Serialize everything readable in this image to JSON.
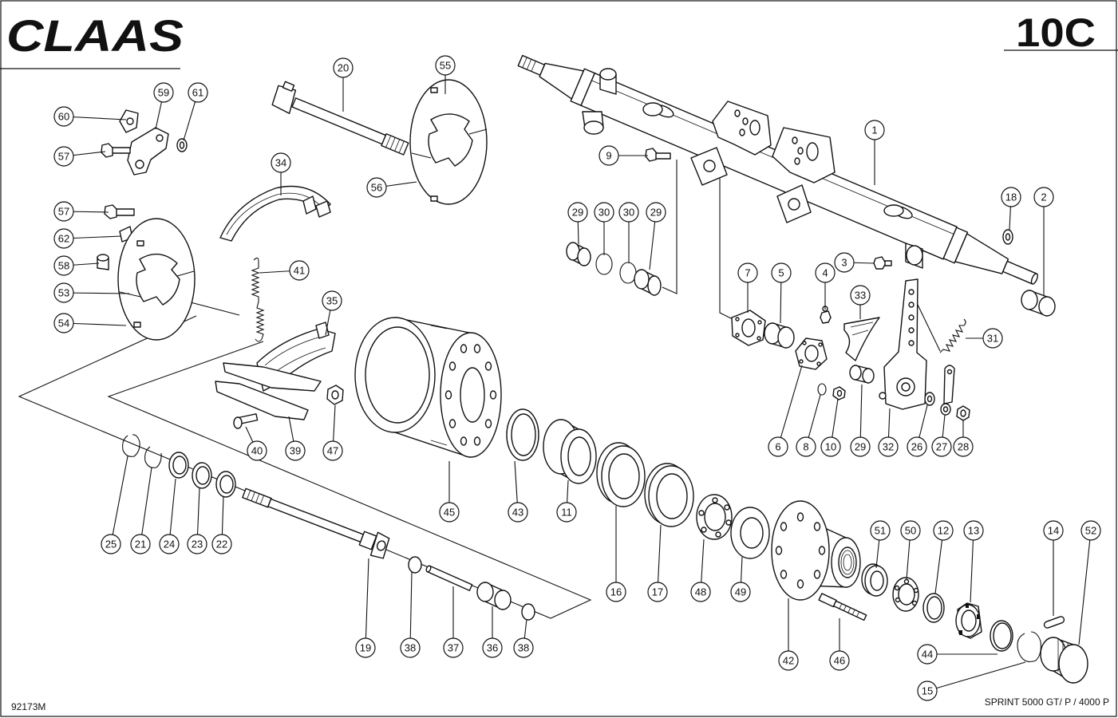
{
  "header": {
    "logo": "CLAAS",
    "page_code": "10C"
  },
  "footer": {
    "drawing_number": "92173M",
    "model_note": "SPRINT 5000 GT/ P / 4000 P"
  },
  "callouts": [
    "60",
    "59",
    "61",
    "57",
    "20",
    "55",
    "56",
    "34",
    "57",
    "62",
    "58",
    "53",
    "54",
    "41",
    "35",
    "40",
    "39",
    "47",
    "45",
    "43",
    "11",
    "16",
    "17",
    "48",
    "49",
    "25",
    "21",
    "24",
    "23",
    "22",
    "19",
    "38",
    "37",
    "36",
    "38",
    "42",
    "46",
    "51",
    "50",
    "12",
    "13",
    "14",
    "52",
    "44",
    "15",
    "9",
    "1",
    "29",
    "30",
    "30",
    "29",
    "18",
    "2",
    "3",
    "7",
    "5",
    "4",
    "33",
    "31",
    "6",
    "8",
    "10",
    "29",
    "32",
    "26",
    "27",
    "28"
  ]
}
